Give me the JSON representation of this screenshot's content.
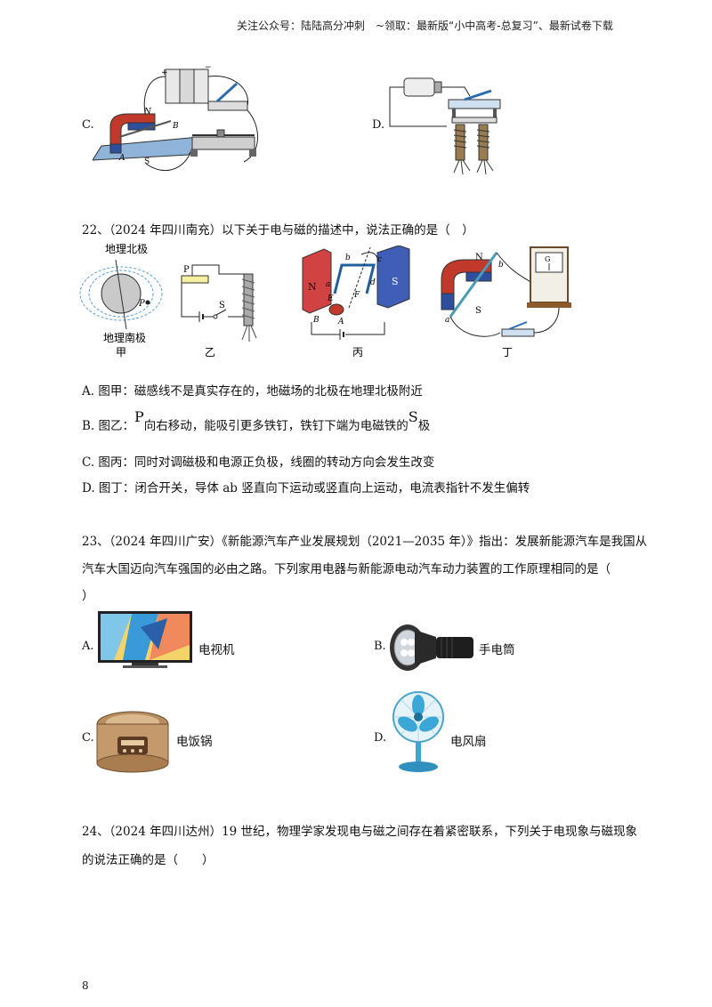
{
  "header": {
    "notice": "关注公众号：陆陆高分冲刺　~领取：最新版“小中高考-总复习”、最新试卷下载"
  },
  "q21": {
    "optC": "C.",
    "optD": "D.",
    "figC": {
      "n": "N",
      "s": "S",
      "a": "A",
      "b": "B",
      "plus": "+",
      "minus": "−"
    }
  },
  "q22": {
    "stem": "22、（2024 年四川南充）以下关于电与磁的描述中，说法正确的是（　）",
    "fig_jia": {
      "north": "地理北极",
      "south": "地理南极",
      "p": "P",
      "caption": "甲"
    },
    "fig_yi": {
      "p": "P",
      "s": "S",
      "caption": "乙"
    },
    "fig_bing": {
      "n": "N",
      "s": "S",
      "b": "b",
      "c": "c",
      "a": "a",
      "d": "d",
      "e": "E",
      "f": "F",
      "bb": "B",
      "aa": "A",
      "caption": "丙"
    },
    "fig_ding": {
      "n": "N",
      "s": "S",
      "a": "a",
      "b": "b",
      "g": "G",
      "caption": "丁"
    },
    "optA": "A. 图甲：磁感线不是真实存在的，地磁场的北极在地理北极附近",
    "optB_pre": "B. 图乙：",
    "optB_p": "P",
    "optB_mid": "向右移动，能吸引更多铁钉，铁钉下端为电磁铁的",
    "optB_s": "S",
    "optB_post": "极",
    "optC": "C. 图丙：同时对调磁极和电源正负极，线圈的转动方向会发生改变",
    "optD": "D. 图丁：闭合开关，导体 ab 竖直向下运动或竖直向上运动，电流表指针不发生偏转"
  },
  "q23": {
    "line1": "23、（2024 年四川广安）《新能源汽车产业发展规划（2021—2035 年）》指出：发展新能源汽车是我国从",
    "line2": "汽车大国迈向汽车强国的必由之路。下列家用电器与新能源电动汽车动力装置的工作原理相同的是（",
    "line3": "）",
    "options": [
      {
        "letter": "A.",
        "label": "电视机"
      },
      {
        "letter": "B.",
        "label": "手电筒"
      },
      {
        "letter": "C.",
        "label": "电饭锅"
      },
      {
        "letter": "D.",
        "label": "电风扇"
      }
    ]
  },
  "q24": {
    "line1": "24、（2024 年四川达州）19 世纪，物理学家发现电与磁之间存在着紧密联系，下列关于电现象与磁现象",
    "line2": "的说法正确的是（　　）"
  },
  "page_number": "8"
}
